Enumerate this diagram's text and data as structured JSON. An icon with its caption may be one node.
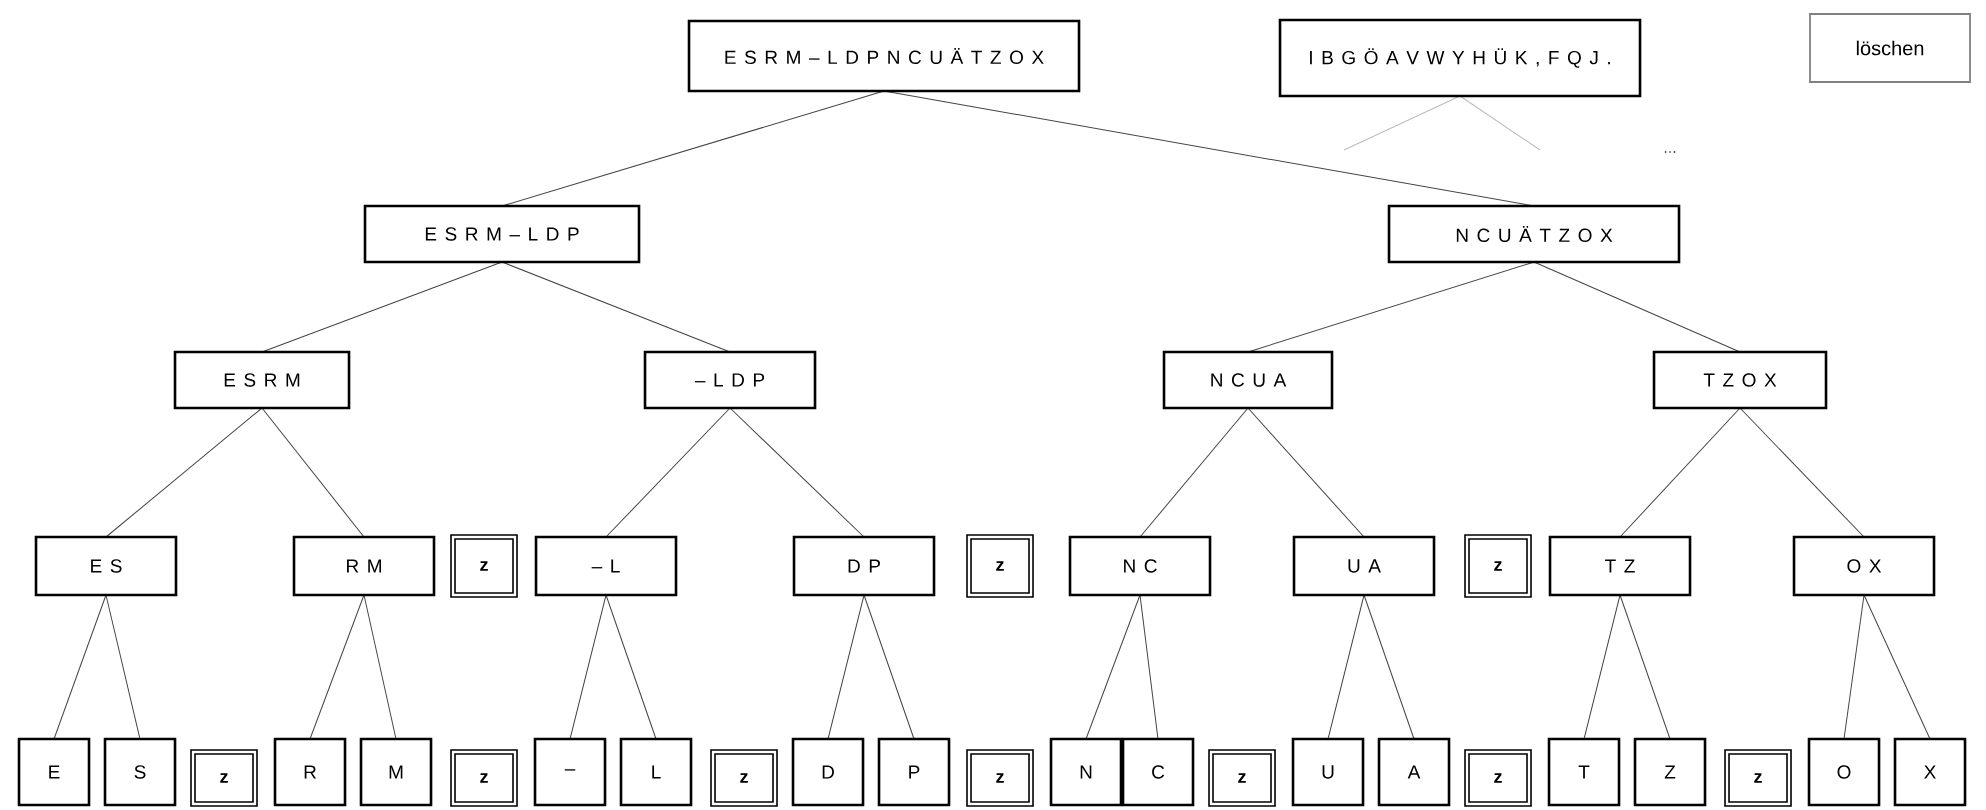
{
  "diagram": {
    "nodes": [
      {
        "text": [
          "E S R M – L D P N C U Ä T Z O X"
        ]
      },
      {
        "text": [
          "I B G Ö A V W Y H Ü K , F Q J ."
        ]
      },
      {
        "text": [
          "löschen"
        ]
      },
      {
        "text": [
          "E S R M – L D P"
        ]
      },
      {
        "text": [
          "N C U Ä T Z O X"
        ]
      },
      {
        "text": [
          "E S R M"
        ]
      },
      {
        "text": [
          "– L D P"
        ]
      },
      {
        "text": [
          "N C U A"
        ]
      },
      {
        "text": [
          "T Z O X"
        ]
      },
      {
        "text": [
          "E S"
        ]
      },
      {
        "text": [
          "R M"
        ]
      },
      {
        "text": [
          "z"
        ]
      },
      {
        "text": [
          "– L"
        ]
      },
      {
        "text": [
          "D P"
        ]
      },
      {
        "text": [
          "z"
        ]
      },
      {
        "text": [
          "N C"
        ]
      },
      {
        "text": [
          "U A"
        ]
      },
      {
        "text": [
          "z"
        ]
      },
      {
        "text": [
          "T Z"
        ]
      },
      {
        "text": [
          "O X"
        ]
      },
      {
        "text": [
          "E"
        ]
      },
      {
        "text": [
          "S"
        ]
      },
      {
        "text": [
          "z"
        ]
      },
      {
        "text": [
          "R"
        ]
      },
      {
        "text": [
          "M"
        ]
      },
      {
        "text": [
          "z"
        ]
      },
      {
        "text": [
          "–"
        ]
      },
      {
        "text": [
          "L"
        ]
      },
      {
        "text": [
          "z"
        ]
      },
      {
        "text": [
          "D"
        ]
      },
      {
        "text": [
          "P"
        ]
      },
      {
        "text": [
          "z"
        ]
      },
      {
        "text": [
          "N"
        ]
      },
      {
        "text": [
          "C"
        ]
      },
      {
        "text": [
          "z"
        ]
      },
      {
        "text": [
          "U"
        ]
      },
      {
        "text": [
          "A"
        ]
      },
      {
        "text": [
          "z"
        ]
      },
      {
        "text": [
          "T"
        ]
      },
      {
        "text": [
          "Z"
        ]
      },
      {
        "text": [
          "z"
        ]
      },
      {
        "text": [
          "O"
        ]
      },
      {
        "text": [
          "X"
        ]
      }
    ],
    "edges": [
      {
        "from": 0,
        "to": 3,
        "arrow": "none"
      },
      {
        "from": 0,
        "to": 4,
        "arrow": "none"
      },
      {
        "from": 1,
        "to": null,
        "arrow": "none",
        "color": "#bbbbbb"
      },
      {
        "from": 1,
        "to": null,
        "arrow": "none",
        "color": "#bbbbbb"
      },
      {
        "from": 3,
        "to": 5,
        "arrow": "none"
      },
      {
        "from": 3,
        "to": 6,
        "arrow": "none"
      },
      {
        "from": 4,
        "to": 7,
        "arrow": "none"
      },
      {
        "from": 4,
        "to": 8,
        "arrow": "none"
      },
      {
        "from": 5,
        "to": 9,
        "arrow": "none"
      },
      {
        "from": 5,
        "to": 10,
        "arrow": "none"
      },
      {
        "from": 6,
        "to": 12,
        "arrow": "none"
      },
      {
        "from": 6,
        "to": 13,
        "arrow": "none"
      },
      {
        "from": 7,
        "to": 15,
        "arrow": "none"
      },
      {
        "from": 7,
        "to": 16,
        "arrow": "none"
      },
      {
        "from": 8,
        "to": 18,
        "arrow": "none"
      },
      {
        "from": 8,
        "to": 19,
        "arrow": "none"
      },
      {
        "from": 9,
        "to": 20,
        "arrow": "none"
      },
      {
        "from": 9,
        "to": 21,
        "arrow": "none"
      },
      {
        "from": 10,
        "to": 23,
        "arrow": "none"
      },
      {
        "from": 10,
        "to": 24,
        "arrow": "none"
      },
      {
        "from": 12,
        "to": 26,
        "arrow": "none"
      },
      {
        "from": 12,
        "to": 27,
        "arrow": "none"
      },
      {
        "from": 13,
        "to": 29,
        "arrow": "none"
      },
      {
        "from": 13,
        "to": 30,
        "arrow": "none"
      },
      {
        "from": 15,
        "to": 32,
        "arrow": "none"
      },
      {
        "from": 15,
        "to": 33,
        "arrow": "none"
      },
      {
        "from": 16,
        "to": 35,
        "arrow": "none"
      },
      {
        "from": 16,
        "to": 36,
        "arrow": "none"
      },
      {
        "from": 18,
        "to": 38,
        "arrow": "none"
      },
      {
        "from": 18,
        "to": 39,
        "arrow": "none"
      },
      {
        "from": 19,
        "to": 41,
        "arrow": "none"
      },
      {
        "from": 19,
        "to": 42,
        "arrow": "none"
      }
    ],
    "labels": [
      "..."
    ]
  }
}
